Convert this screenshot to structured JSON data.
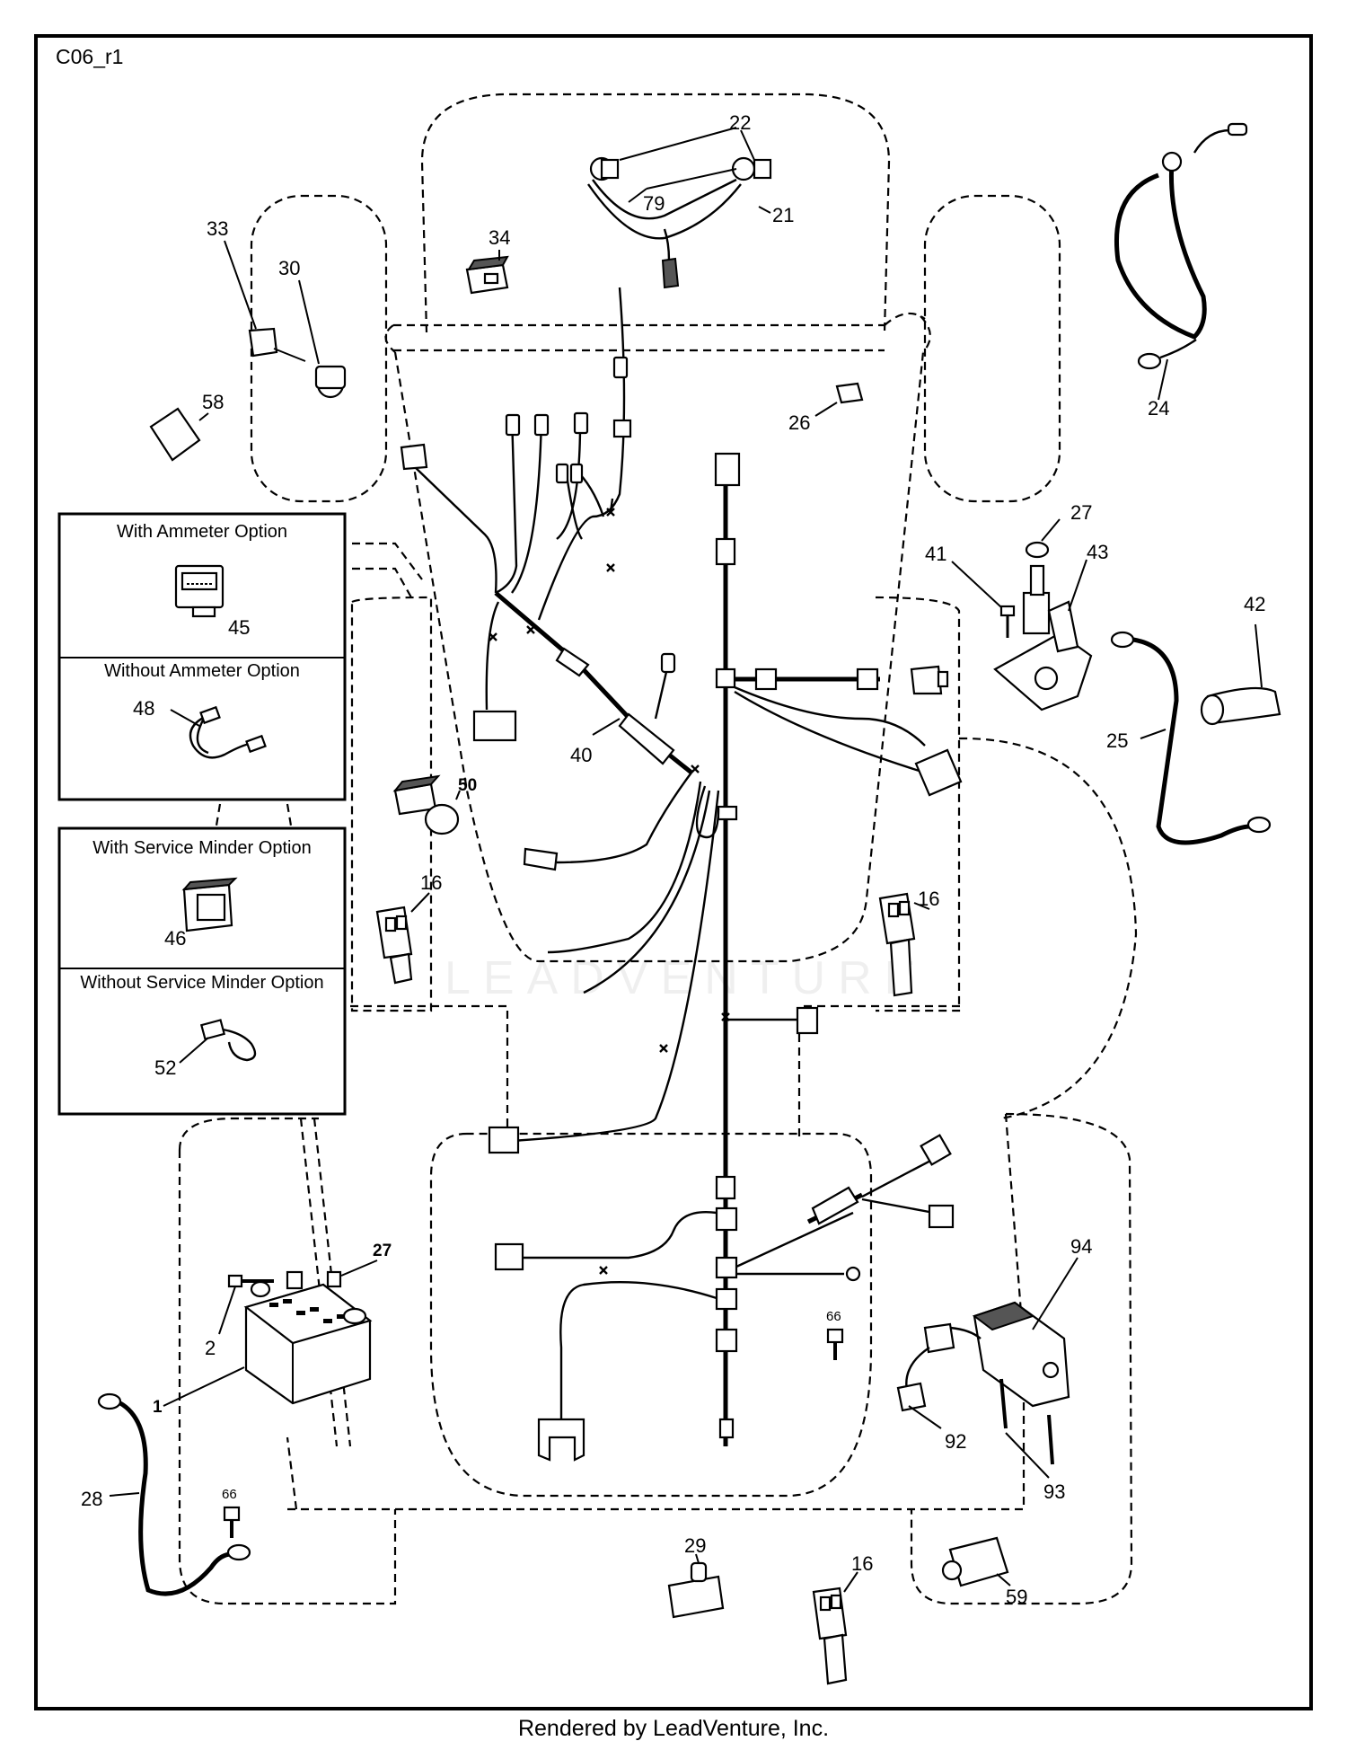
{
  "diagram_code": "C06_r1",
  "footer_text": "Rendered by LeadVenture, Inc.",
  "watermark_text": "LEADVENTURE",
  "option_boxes": {
    "ammeter": {
      "with_title": "With Ammeter Option",
      "with_part": "45",
      "without_title": "Without Ammeter Option",
      "without_part": "48"
    },
    "service_minder": {
      "with_title": "With Service Minder Option",
      "with_part": "46",
      "without_title": "Without Service Minder Option",
      "without_part": "52"
    }
  },
  "callouts": {
    "p1": "1",
    "p2": "2",
    "p16a": "16",
    "p16b": "16",
    "p16c": "16",
    "p21": "21",
    "p22": "22",
    "p24": "24",
    "p25": "25",
    "p26": "26",
    "p27a": "27",
    "p27b": "27",
    "p28": "28",
    "p29": "29",
    "p30": "30",
    "p33": "33",
    "p34": "34",
    "p40": "40",
    "p41": "41",
    "p42": "42",
    "p43": "43",
    "p50": "50",
    "p58": "58",
    "p59": "59",
    "p66a": "66",
    "p66b": "66",
    "p79": "79",
    "p92": "92",
    "p93": "93",
    "p94": "94"
  }
}
